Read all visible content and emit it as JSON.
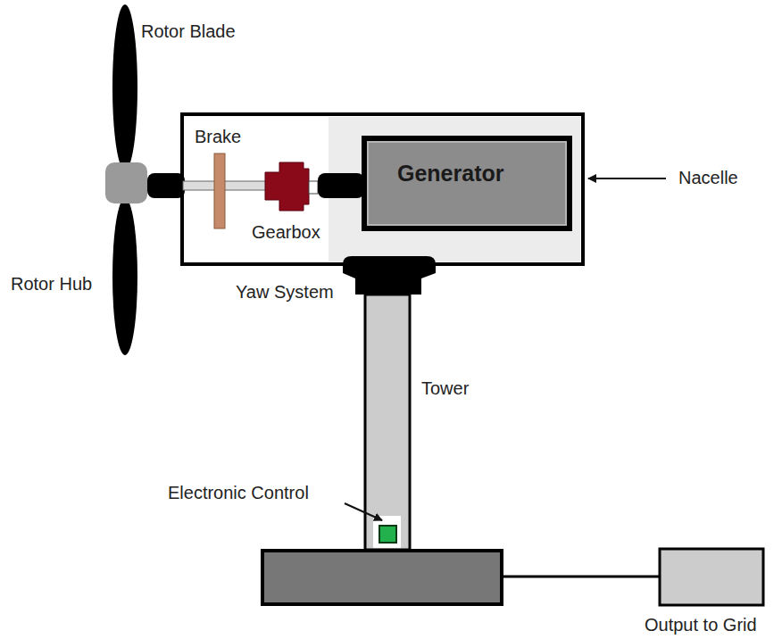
{
  "diagram": {
    "nodes": [
      {
        "text": [
          "Generator"
        ]
      }
    ],
    "labels": [
      "Rotor Blade",
      "Brake",
      "Nacelle",
      "Gearbox",
      "Rotor Hub",
      "Yaw System",
      "Tower",
      "Electronic Control",
      "Output to Grid"
    ]
  }
}
